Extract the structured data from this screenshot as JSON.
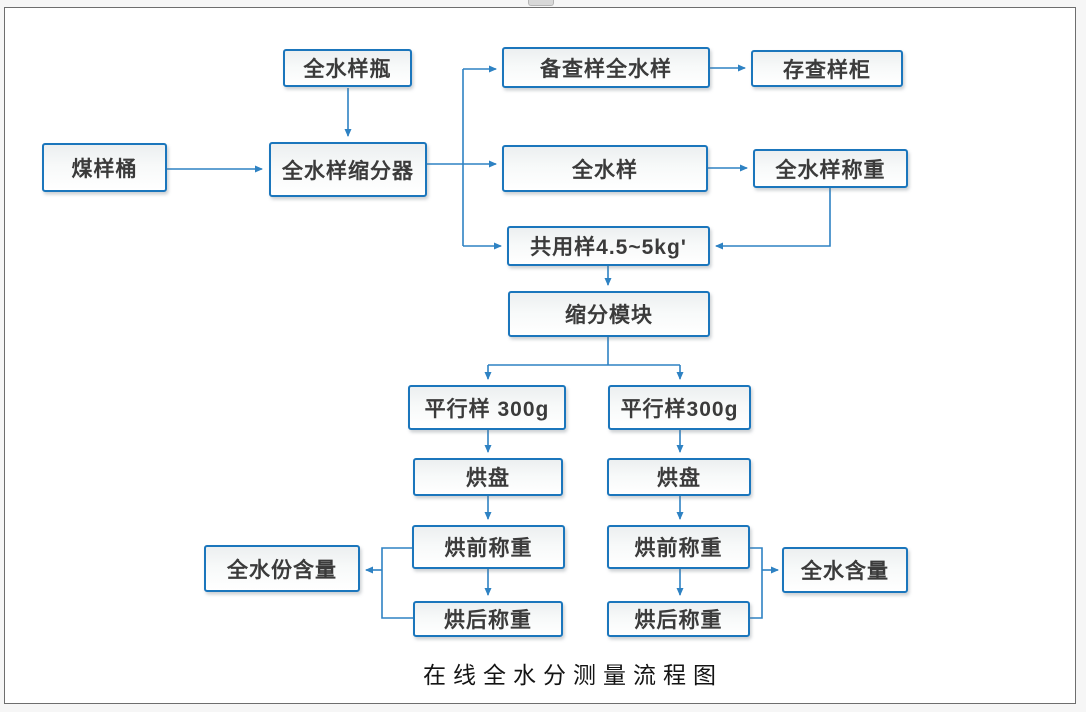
{
  "page": {
    "title": "在线全水分测量流程图"
  },
  "colors": {
    "node_border": "#1b76bc",
    "connector": "#2e82c3",
    "node_text": "#3b3b3b",
    "frame_border": "#6e6e6e"
  },
  "nodes": [
    {
      "id": "coal-sample-bucket",
      "label": "煤样桶"
    },
    {
      "id": "moisture-sample-bottle",
      "label": "全水样瓶"
    },
    {
      "id": "moisture-sample-divider",
      "label": "全水样缩分器"
    },
    {
      "id": "backup-check-moisture-sample",
      "label": "备查样全水样"
    },
    {
      "id": "check-sample-cabinet",
      "label": "存查样柜"
    },
    {
      "id": "total-moisture-sample",
      "label": "全水样"
    },
    {
      "id": "moisture-sample-weighing",
      "label": "全水样称重"
    },
    {
      "id": "shared-sample",
      "label": "共用样4.5~5kg'"
    },
    {
      "id": "division-module",
      "label": "缩分模块"
    },
    {
      "id": "parallel-sample-left",
      "label": "平行样 300g"
    },
    {
      "id": "parallel-sample-right",
      "label": "平行样300g"
    },
    {
      "id": "drying-pan-left",
      "label": "烘盘"
    },
    {
      "id": "drying-pan-right",
      "label": "烘盘"
    },
    {
      "id": "pre-drying-weighing-left",
      "label": "烘前称重"
    },
    {
      "id": "pre-drying-weighing-right",
      "label": "烘前称重"
    },
    {
      "id": "post-drying-weighing-left",
      "label": "烘后称重"
    },
    {
      "id": "post-drying-weighing-right",
      "label": "烘后称重"
    },
    {
      "id": "total-moisture-content-left",
      "label": "全水份含量"
    },
    {
      "id": "total-moisture-content-right",
      "label": "全水含量"
    }
  ],
  "edges": [
    {
      "from": "coal-sample-bucket",
      "to": "moisture-sample-divider"
    },
    {
      "from": "moisture-sample-bottle",
      "to": "moisture-sample-divider"
    },
    {
      "from": "moisture-sample-divider",
      "to": "backup-check-moisture-sample"
    },
    {
      "from": "moisture-sample-divider",
      "to": "total-moisture-sample"
    },
    {
      "from": "moisture-sample-divider",
      "to": "shared-sample"
    },
    {
      "from": "backup-check-moisture-sample",
      "to": "check-sample-cabinet"
    },
    {
      "from": "total-moisture-sample",
      "to": "moisture-sample-weighing"
    },
    {
      "from": "moisture-sample-weighing",
      "to": "shared-sample"
    },
    {
      "from": "shared-sample",
      "to": "division-module"
    },
    {
      "from": "division-module",
      "to": "parallel-sample-left"
    },
    {
      "from": "division-module",
      "to": "parallel-sample-right"
    },
    {
      "from": "parallel-sample-left",
      "to": "drying-pan-left"
    },
    {
      "from": "parallel-sample-right",
      "to": "drying-pan-right"
    },
    {
      "from": "drying-pan-left",
      "to": "pre-drying-weighing-left"
    },
    {
      "from": "drying-pan-right",
      "to": "pre-drying-weighing-right"
    },
    {
      "from": "pre-drying-weighing-left",
      "to": "post-drying-weighing-left"
    },
    {
      "from": "pre-drying-weighing-right",
      "to": "post-drying-weighing-right"
    },
    {
      "from": "pre-drying-weighing-left",
      "to": "total-moisture-content-left"
    },
    {
      "from": "post-drying-weighing-left",
      "to": "total-moisture-content-left"
    },
    {
      "from": "pre-drying-weighing-right",
      "to": "total-moisture-content-right"
    },
    {
      "from": "post-drying-weighing-right",
      "to": "total-moisture-content-right"
    }
  ]
}
